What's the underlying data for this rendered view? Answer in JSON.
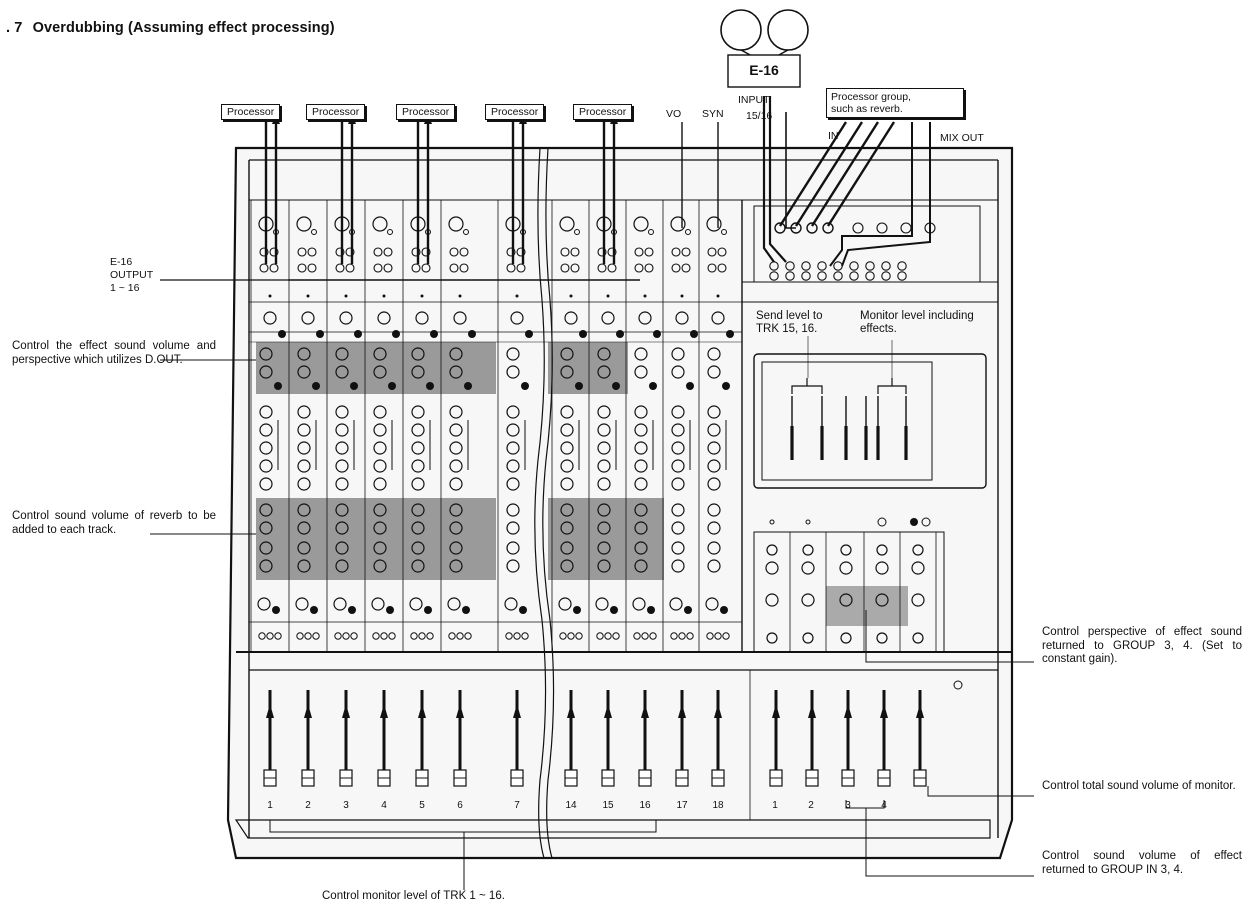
{
  "figure": {
    "number": ". 7",
    "title": "Overdubbing (Assuming effect processing)"
  },
  "tape_machine": {
    "label": "E-16",
    "input_label": "INPUT",
    "input_channels": "15/16"
  },
  "processors": [
    "Processor",
    "Processor",
    "Processor",
    "Processor",
    "Processor"
  ],
  "top_inputs": [
    "VO",
    "SYN"
  ],
  "processor_group": {
    "label_line1": "Processor group,",
    "label_line2": "such as reverb.",
    "in_label": "IN",
    "mix_out_label": "MIX OUT"
  },
  "output_note": {
    "line1": "E-16",
    "line2": "OUTPUT",
    "line3": "1 ~ 16"
  },
  "left_notes": {
    "effect": "Control the effect sound volume and perspective which utilizes D.OUT.",
    "reverb": "Control sound volume of reverb to be added to each track."
  },
  "meter_notes": {
    "send": "Send level to TRK 15, 16.",
    "monitor": "Monitor level including effects."
  },
  "right_notes": {
    "perspective": "Control perspective of effect sound returned to GROUP 3, 4. (Set to constant gain).",
    "total": "Control total sound volume of monitor.",
    "return": "Control sound volume of effect returned to GROUP IN 3, 4."
  },
  "bottom_note": "Control monitor level of TRK 1 ~ 16.",
  "channel_labels": [
    "1",
    "2",
    "3",
    "4",
    "5",
    "6",
    "7",
    "14",
    "15",
    "16",
    "17",
    "18"
  ],
  "group_labels": [
    "1",
    "2",
    "3",
    "4"
  ]
}
